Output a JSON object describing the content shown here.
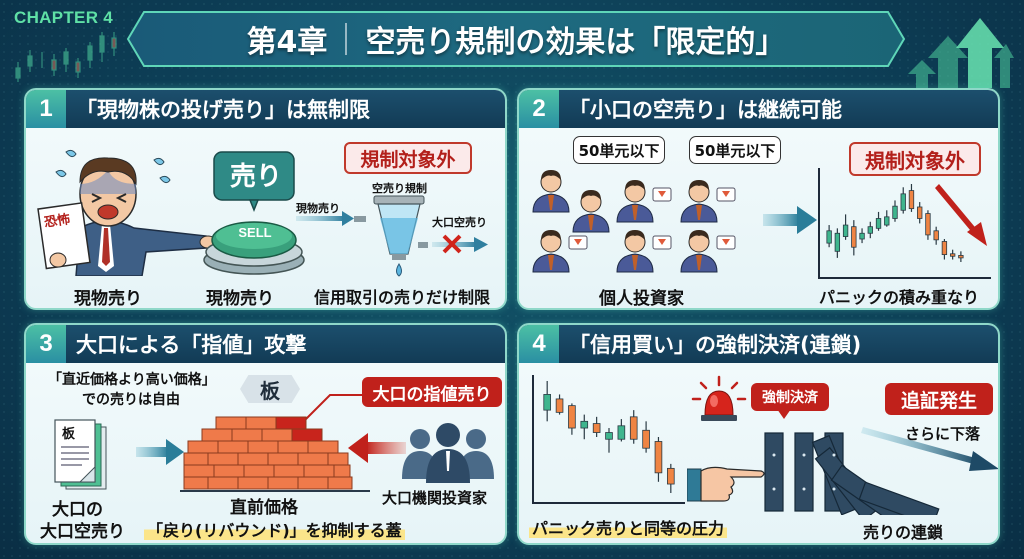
{
  "chapter_tag": "CHAPTER 4",
  "title": {
    "chapter": "第4章",
    "main": "空売り規制の効果は「限定的」"
  },
  "panels": [
    {
      "number": "1",
      "title": "「現物株の投げ売り」は無制限",
      "fear_paper": "恐怖",
      "sell_bubble": "売り",
      "sell_button": "SELL",
      "caption_person": "現物売り",
      "caption_button": "現物売り",
      "badge": "規制対象外",
      "filter_label": "空売り規制",
      "flow_in_label": "現物売り",
      "flow_out_label": "大口空売り",
      "caption_filter": "信用取引の売りだけ制限"
    },
    {
      "number": "2",
      "title": "「小口の空売り」は継続可能",
      "bubbles": [
        "50単元以下",
        "50単元以下"
      ],
      "caption_people": "個人投資家",
      "badge": "規制対象外",
      "caption_chart": "パニックの積み重なり"
    },
    {
      "number": "3",
      "title": "大口による「指値」攻撃",
      "note_line1": "「直近価格より高い価格」",
      "note_line2": "での売りは自由",
      "board_tag": "板",
      "doc_label": "板",
      "badge": "大口の指値売り",
      "caption_doc_line1": "大口の",
      "caption_doc_line2": "大口空売り",
      "caption_wall": "直前価格",
      "caption_investor": "大口機関投資家",
      "caption_highlight": "「戻り(リバウンド)」を抑制する蓋"
    },
    {
      "number": "4",
      "title": "「信用買い」の強制決済(連鎖)",
      "bubble": "強制決済",
      "badge": "追証発生",
      "arrow_label": "さらに下落",
      "caption_chart": "パニック売りと同等の圧力",
      "caption_dominoes": "売りの連鎖"
    }
  ],
  "chart_data": [
    {
      "type": "candlestick",
      "title": "パニックの積み重なり",
      "description": "Rise then sharp fall (panel 2)",
      "candles": [
        {
          "o": 40,
          "c": 55,
          "h": 62,
          "l": 35,
          "dir": "up"
        },
        {
          "o": 30,
          "c": 52,
          "h": 58,
          "l": 22,
          "dir": "up"
        },
        {
          "o": 48,
          "c": 62,
          "h": 75,
          "l": 44,
          "dir": "up"
        },
        {
          "o": 60,
          "c": 35,
          "h": 68,
          "l": 25,
          "dir": "down"
        },
        {
          "o": 45,
          "c": 52,
          "h": 58,
          "l": 40,
          "dir": "up"
        },
        {
          "o": 52,
          "c": 60,
          "h": 66,
          "l": 46,
          "dir": "up"
        },
        {
          "o": 58,
          "c": 70,
          "h": 78,
          "l": 55,
          "dir": "up"
        },
        {
          "o": 62,
          "c": 72,
          "h": 80,
          "l": 60,
          "dir": "up"
        },
        {
          "o": 70,
          "c": 85,
          "h": 92,
          "l": 66,
          "dir": "up"
        },
        {
          "o": 80,
          "c": 100,
          "h": 108,
          "l": 76,
          "dir": "up"
        },
        {
          "o": 104,
          "c": 82,
          "h": 112,
          "l": 78,
          "dir": "down"
        },
        {
          "o": 84,
          "c": 70,
          "h": 90,
          "l": 64,
          "dir": "down"
        },
        {
          "o": 76,
          "c": 50,
          "h": 80,
          "l": 44,
          "dir": "down"
        },
        {
          "o": 55,
          "c": 44,
          "h": 60,
          "l": 38,
          "dir": "down"
        },
        {
          "o": 42,
          "c": 26,
          "h": 45,
          "l": 20,
          "dir": "down"
        },
        {
          "o": 27,
          "c": 24,
          "h": 32,
          "l": 20,
          "dir": "down"
        },
        {
          "o": 25,
          "c": 22,
          "h": 30,
          "l": 17,
          "dir": "down"
        }
      ]
    },
    {
      "type": "candlestick",
      "title": "パニック売りと同等の圧力",
      "description": "Downtrend (panel 4)",
      "candles": [
        {
          "o": 82,
          "c": 96,
          "h": 108,
          "l": 72,
          "dir": "up"
        },
        {
          "o": 92,
          "c": 80,
          "h": 96,
          "l": 78,
          "dir": "down"
        },
        {
          "o": 86,
          "c": 66,
          "h": 88,
          "l": 60,
          "dir": "down"
        },
        {
          "o": 66,
          "c": 72,
          "h": 78,
          "l": 56,
          "dir": "up"
        },
        {
          "o": 70,
          "c": 62,
          "h": 76,
          "l": 58,
          "dir": "down"
        },
        {
          "o": 56,
          "c": 62,
          "h": 66,
          "l": 44,
          "dir": "up"
        },
        {
          "o": 56,
          "c": 68,
          "h": 74,
          "l": 54,
          "dir": "up"
        },
        {
          "o": 76,
          "c": 56,
          "h": 82,
          "l": 52,
          "dir": "down"
        },
        {
          "o": 64,
          "c": 48,
          "h": 72,
          "l": 44,
          "dir": "down"
        },
        {
          "o": 54,
          "c": 26,
          "h": 58,
          "l": 18,
          "dir": "down"
        },
        {
          "o": 30,
          "c": 16,
          "h": 34,
          "l": 8,
          "dir": "down"
        }
      ]
    }
  ],
  "colors": {
    "background": "#0d3f57",
    "accent_green": "#5fe0a6",
    "header": "#123b55",
    "badge_red": "#c0211b",
    "candle_up": "#3fb58e",
    "candle_down": "#ef8443",
    "highlight": "#fbe58a"
  }
}
